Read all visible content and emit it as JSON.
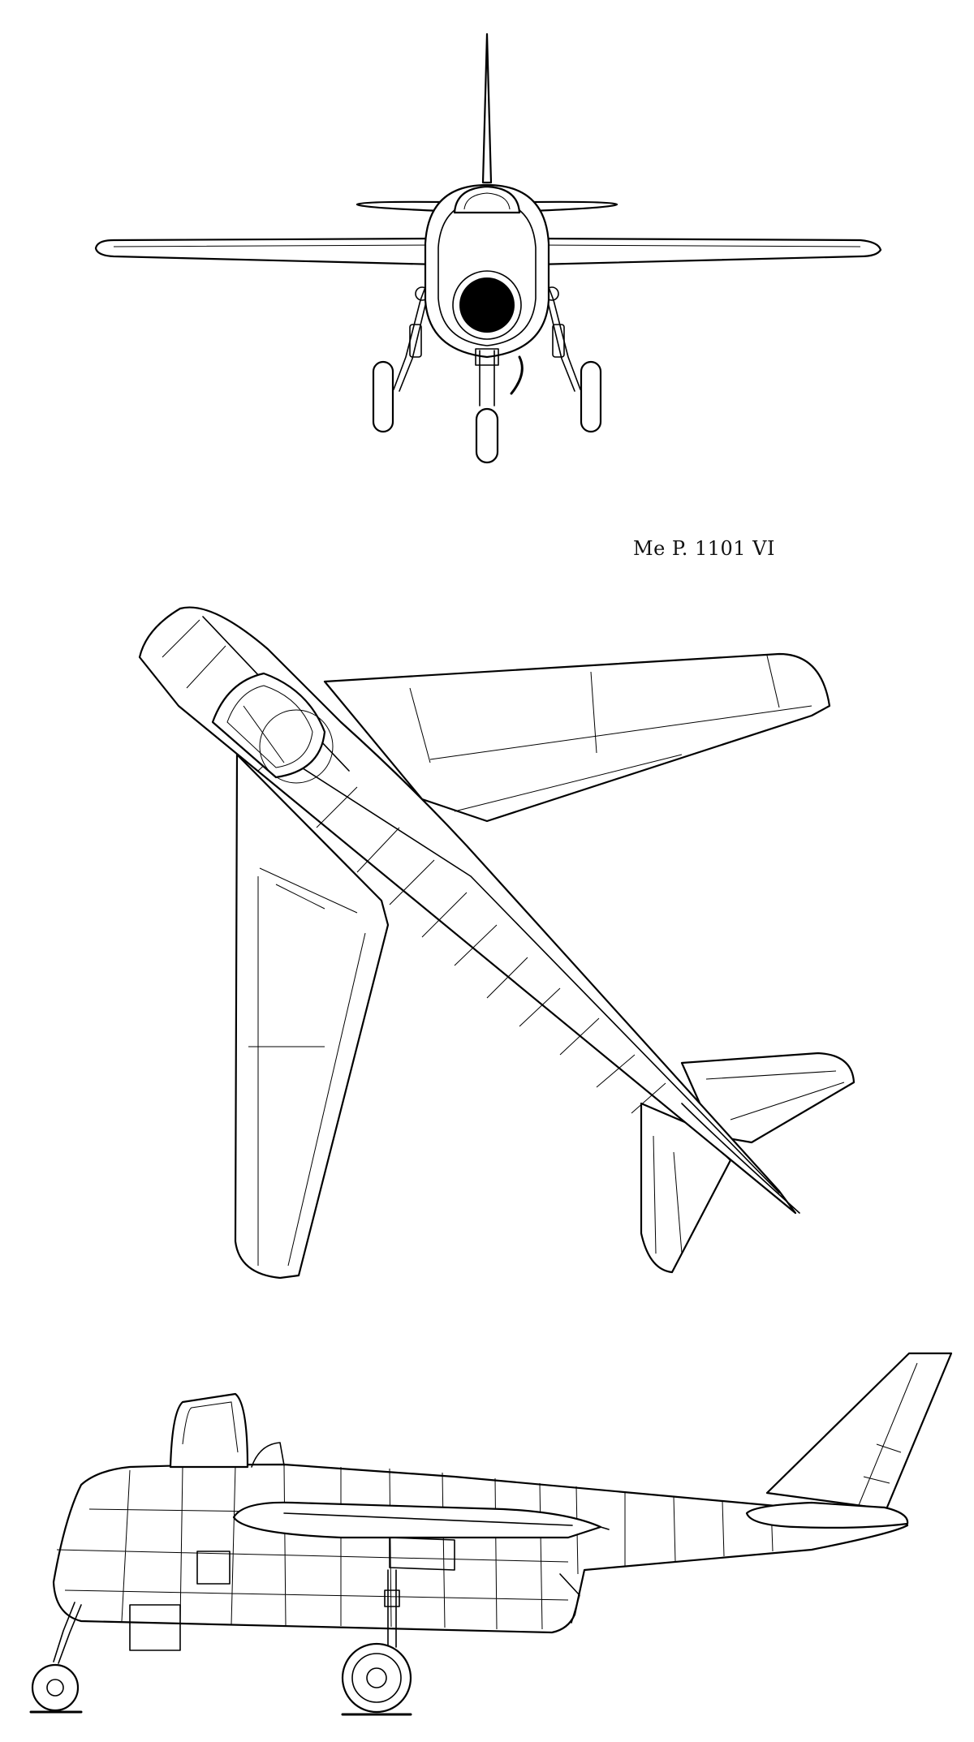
{
  "drawing": {
    "designation": "Me P. 1101 VI",
    "views": [
      "front-view",
      "top-view",
      "side-view"
    ]
  }
}
